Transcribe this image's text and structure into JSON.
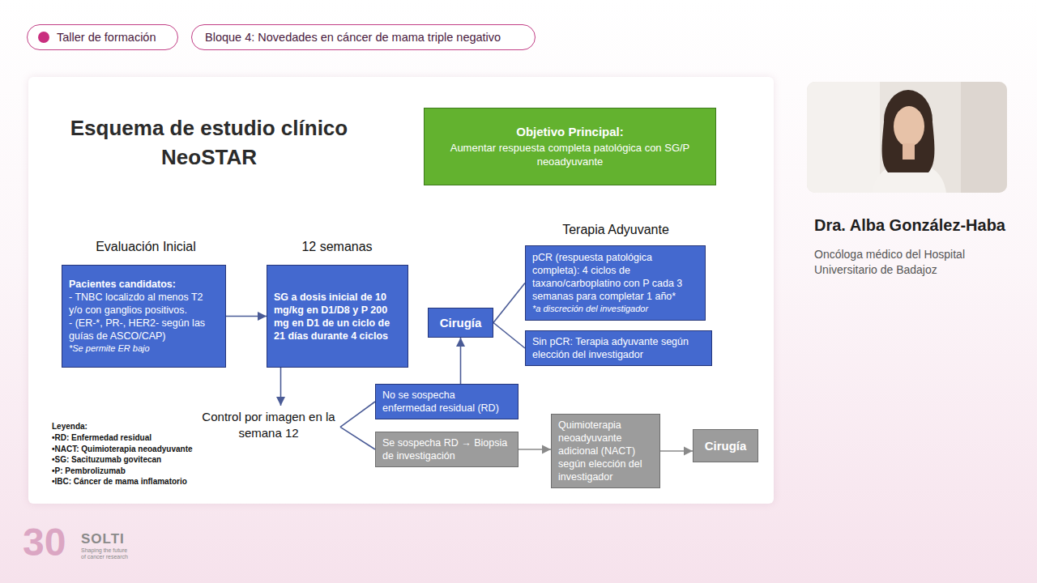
{
  "diagram": {
    "title": "Esquema de estudio clínico NeoSTAR",
    "nodes": [
      {
        "text": [
          "Taller de formación"
        ]
      },
      {
        "text": [
          "Bloque 4: Novedades en cáncer de mama triple negativo"
        ]
      },
      {
        "text": [
          "Objetivo Principal:",
          "Aumentar respuesta completa patológica con SG/P neoadyuvante"
        ]
      },
      {
        "text": [
          "Pacientes candidatos:",
          "- TNBC localizdo al menos T2 y/o con ganglios positivos.",
          "- (ER-*, PR-, HER2- según las guías de ASCO/CAP)",
          "*Se permite ER bajo"
        ]
      },
      {
        "text": [
          "SG a dosis inicial de 10 mg/kg en D1/D8 y P 200 mg en D1 de un ciclo de 21 días durante 4 ciclos"
        ]
      },
      {
        "text": [
          "Cirugía"
        ]
      },
      {
        "text": [
          "pCR (respuesta patológica completa): 4 ciclos de taxano/carboplatino con P cada 3 semanas para completar 1 año*",
          "*a discreción del investigador"
        ]
      },
      {
        "text": [
          "Sin pCR: Terapia adyuvante según elección del investigador"
        ]
      },
      {
        "text": [
          "Control por imagen en la semana 12"
        ]
      },
      {
        "text": [
          "No se sospecha enfermedad residual (RD)"
        ]
      },
      {
        "text": [
          "Se sospecha RD → Biopsia de investigación"
        ]
      },
      {
        "text": [
          "Quimioterapia neoadyuvante adicional (NACT) según elección del investigador"
        ]
      },
      {
        "text": [
          "Cirugía"
        ]
      }
    ],
    "edges": [
      {
        "from": 3,
        "to": 4,
        "arrow": "to"
      },
      {
        "from": 4,
        "to": 8,
        "arrow": "to"
      },
      {
        "from": 8,
        "to": 9,
        "arrow": "none"
      },
      {
        "from": 8,
        "to": 10,
        "arrow": "none"
      },
      {
        "from": 9,
        "to": 5,
        "arrow": "to"
      },
      {
        "from": 5,
        "to": 6,
        "arrow": "none"
      },
      {
        "from": 5,
        "to": 7,
        "arrow": "none"
      },
      {
        "from": 10,
        "to": 11,
        "arrow": "to"
      },
      {
        "from": 11,
        "to": 12,
        "arrow": "to"
      }
    ],
    "labels": [
      "Evaluación Inicial",
      "12 semanas",
      "Terapia Adyuvante",
      "Leyenda:",
      "Dra. Alba González-Haba",
      "Oncóloga médico del Hospital Universitario de Badajoz",
      "30",
      "SOLTI",
      "Shaping the future of cancer research"
    ],
    "legend": [
      {
        "text": "•RD: Enfermedad residual"
      },
      {
        "text": "•NACT: Quimioterapia neoadyuvante"
      },
      {
        "text": "•SG: Sacituzumab govitecan"
      },
      {
        "text": "•P: Pembrolizumab"
      },
      {
        "text": "•IBC: Cáncer de mama inflamatorio"
      }
    ]
  }
}
